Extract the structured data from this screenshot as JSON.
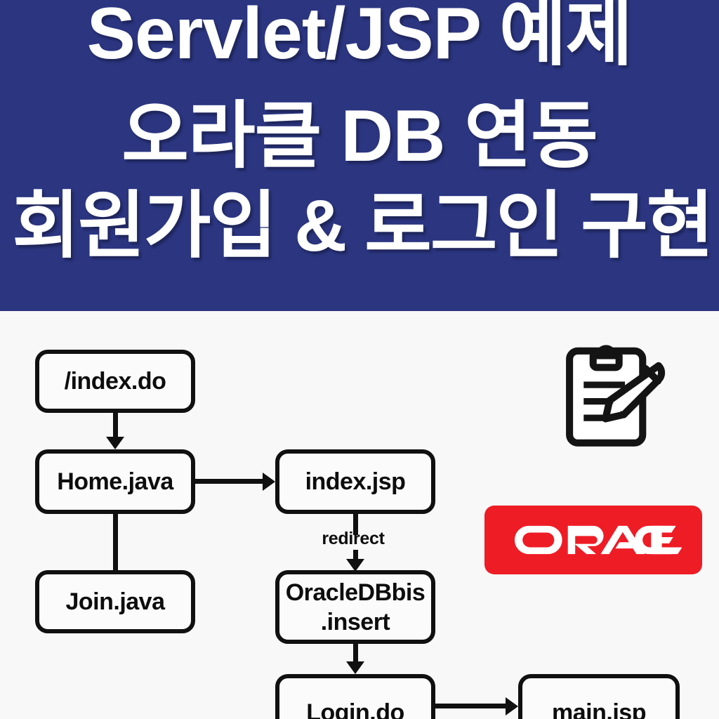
{
  "banner": {
    "background_color": "#2b3580",
    "text_color": "#ffffff",
    "title_lines": [
      "Servlet/JSP 예제",
      "오라클 DB 연동",
      "회원가입 & 로그인 구현"
    ]
  },
  "flowchart": {
    "background_color": "#f8f8f8",
    "node_border_color": "#101010",
    "nodes": [
      {
        "id": "index-do",
        "label": "/index.do"
      },
      {
        "id": "home-java",
        "label": "Home.java"
      },
      {
        "id": "join-java",
        "label": "Join.java"
      },
      {
        "id": "index-jsp",
        "label": "index.jsp"
      },
      {
        "id": "oracledbbis",
        "label": "OracleDBbis\n.insert",
        "label_line_1": "OracleDBbis",
        "label_line_2": ".insert"
      },
      {
        "id": "login-do",
        "label": "Login.do"
      },
      {
        "id": "main-jsp",
        "label": "main.jsp"
      }
    ],
    "edge_labels": {
      "redirect": "redirect"
    }
  },
  "graphics": {
    "clipboard_icon": "clipboard-pencil-icon",
    "oracle_logo": {
      "wordmark": "ORACLE",
      "badge_color": "#ee1c25",
      "wordmark_color": "#ffffff"
    }
  }
}
